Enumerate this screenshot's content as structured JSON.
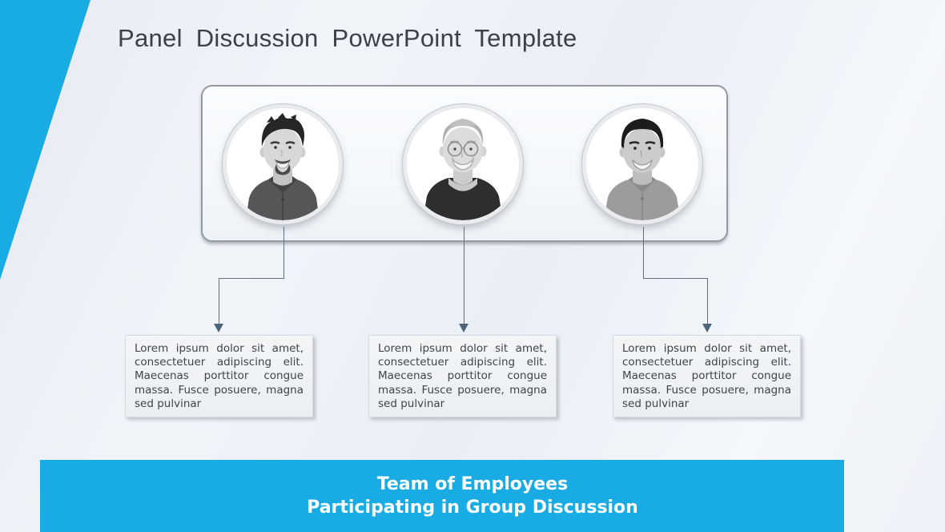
{
  "slide": {
    "title": "Panel Discussion PowerPoint Template",
    "footer_banner": {
      "line1": "Team of Employees",
      "line2": "Participating in Group Discussion"
    },
    "members": [
      {
        "photo": "man with dark tousled hair and goatee wearing dark polo shirt, grayscale portrait",
        "body_text": "Lorem ipsum dolor sit amet, consectetuer adipiscing elit. Maecenas porttitor congue massa. Fusce posuere, magna sed pulvinar"
      },
      {
        "photo": "older smiling man with gray hair and glasses wearing dark t-shirt, grayscale portrait",
        "body_text": "Lorem ipsum dolor sit amet, consectetuer adipiscing elit. Maecenas porttitor congue massa. Fusce posuere, magna sed pulvinar"
      },
      {
        "photo": "young smiling man with short black hair wearing gray polo shirt, grayscale portrait",
        "body_text": "Lorem ipsum dolor sit amet, consectetuer adipiscing elit. Maecenas porttitor congue massa. Fusce posuere, magna sed pulvinar"
      }
    ],
    "colors": {
      "accent_cyan": "#18abe4",
      "panel_border": "#939aa2",
      "connector": "#5f7080",
      "arrow": "#4d6478",
      "title_text": "#3d4046",
      "body_text": "#3f444a",
      "banner_text": "#ffffff"
    }
  }
}
